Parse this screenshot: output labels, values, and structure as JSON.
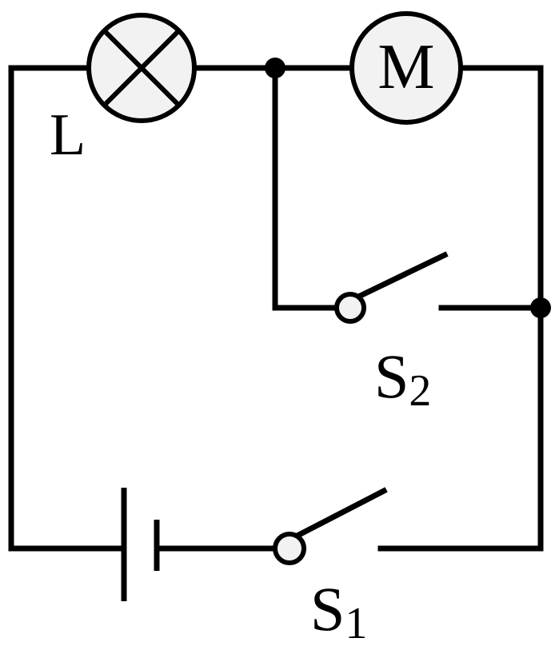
{
  "colors": {
    "wire": "#000000",
    "component_fill": "#f2f2f2",
    "background": "#ffffff"
  },
  "components": {
    "lamp": {
      "label": "L"
    },
    "motor": {
      "symbol": "M"
    },
    "switch_2": {
      "letter": "S",
      "subscript": "2"
    },
    "switch_1": {
      "letter": "S",
      "subscript": "1"
    }
  }
}
